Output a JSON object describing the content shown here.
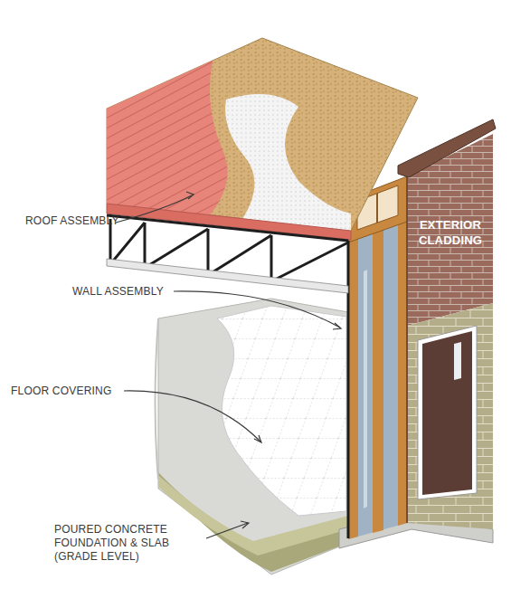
{
  "diagram": {
    "labels": [
      "ROOF ASSEMBLY",
      "WALL ASSEMBLY",
      "FLOOR COVERING",
      "POURED CONCRETE FOUNDATION & SLAB (GRADE LEVEL)",
      "EXTERIOR CLADDING"
    ]
  }
}
